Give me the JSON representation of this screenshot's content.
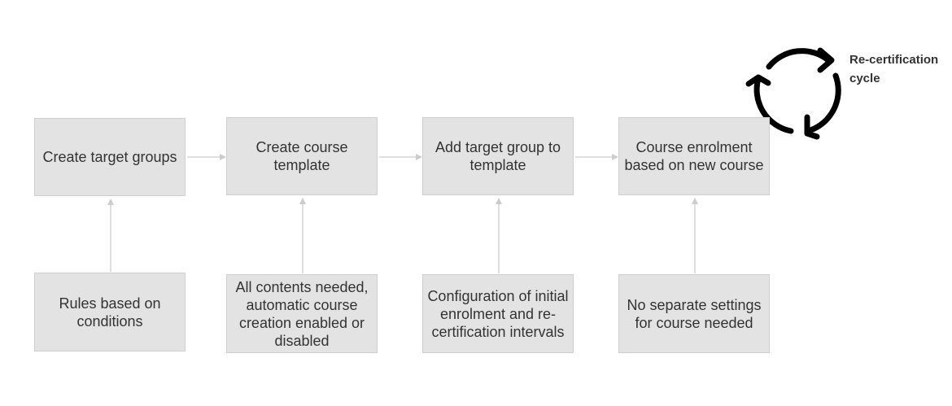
{
  "steps": [
    {
      "label": "Create target groups"
    },
    {
      "label": "Create course template"
    },
    {
      "label": "Add target group to template"
    },
    {
      "label": "Course enrolment based on new course"
    }
  ],
  "details": [
    {
      "label": "Rules based on conditions"
    },
    {
      "label": "All contents needed, automatic course creation enabled or disabled"
    },
    {
      "label": "Configuration of initial enrolment and re-certification intervals"
    },
    {
      "label": "No separate settings for course needed"
    }
  ],
  "cycle": {
    "label": "Re-certification cycle",
    "icon": "refresh-cycle-icon"
  },
  "colors": {
    "box_fill": "#e3e3e3",
    "box_border": "#cfcfcf",
    "connector": "#cccccc",
    "text": "#333333",
    "cycle_icon": "#000000"
  }
}
